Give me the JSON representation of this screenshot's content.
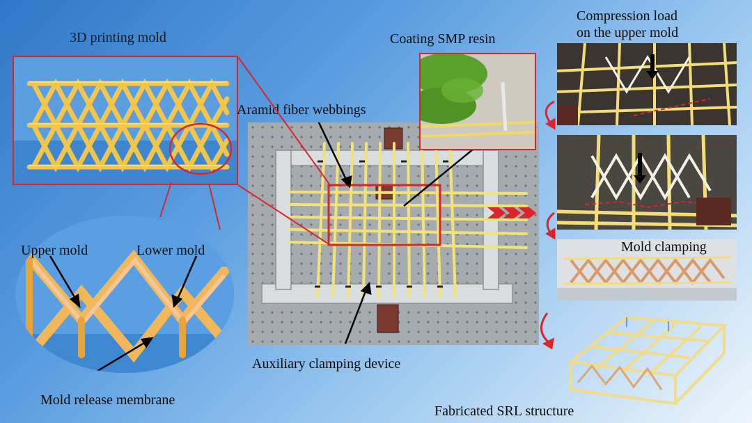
{
  "labels": {
    "printing_mold": "3D printing mold",
    "coating": "Coating SMP resin",
    "compression": "Compression load",
    "compression_line2": "on the upper mold",
    "aramid": "Aramid fiber webbings",
    "upper_mold": "Upper mold",
    "lower_mold": "Lower mold",
    "release_membrane": "Mold release membrane",
    "auxiliary": "Auxiliary clamping device",
    "mold_clamping": "Mold clamping",
    "fabricated": "Fabricated SRL structure"
  },
  "colors": {
    "accent_red": "#d8262c",
    "fiber_yellow": "#f3e27a",
    "background_blue": "#2f78c8"
  }
}
